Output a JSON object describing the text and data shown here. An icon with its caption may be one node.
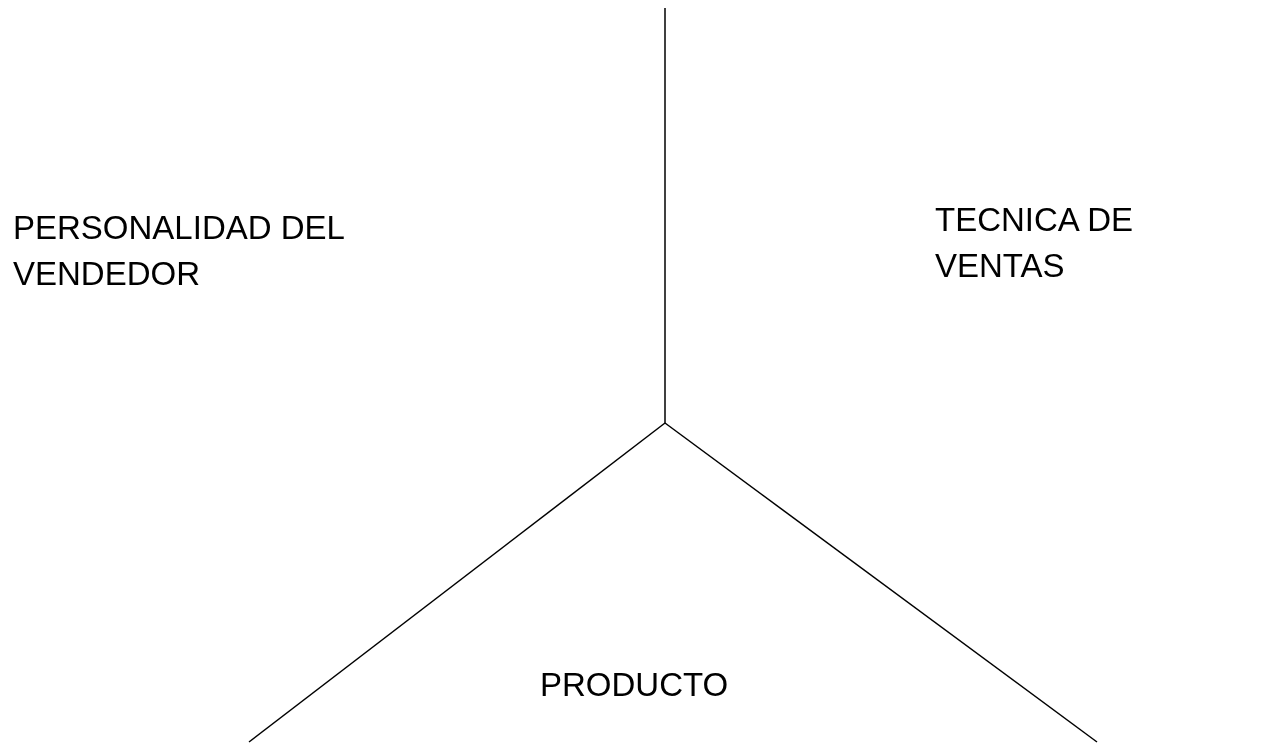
{
  "diagram": {
    "labels": [
      "PERSONALIDAD DEL VENDEDOR",
      "TECNICA DE VENTAS",
      "PRODUCTO"
    ]
  }
}
